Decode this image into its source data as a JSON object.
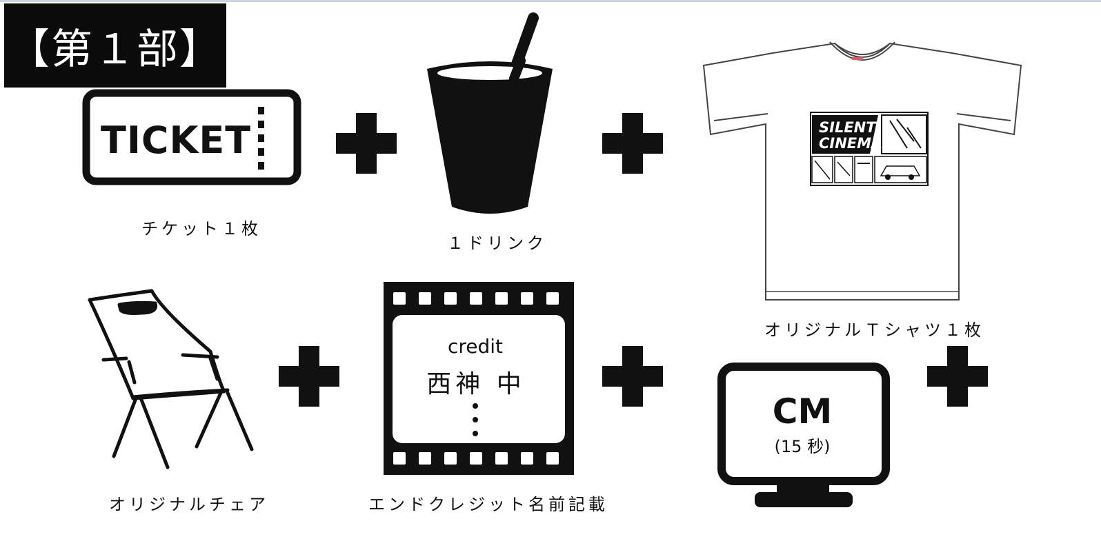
{
  "part_label": "【第１部】",
  "items": [
    {
      "caption": "チケット１枚",
      "icon_text": "TICKET"
    },
    {
      "caption": "１ドリンク"
    },
    {
      "caption": "オリジナルＴシャツ１枚",
      "print_title_line1": "SILENT",
      "print_title_line2": "CINEMA"
    },
    {
      "caption": "オリジナルチェア"
    },
    {
      "caption": "エンドクレジット名前記載",
      "icon_text": "credit",
      "icon_name": "西神 中"
    },
    {
      "icon_title": "CM",
      "icon_subtitle": "(15 秒)"
    }
  ]
}
